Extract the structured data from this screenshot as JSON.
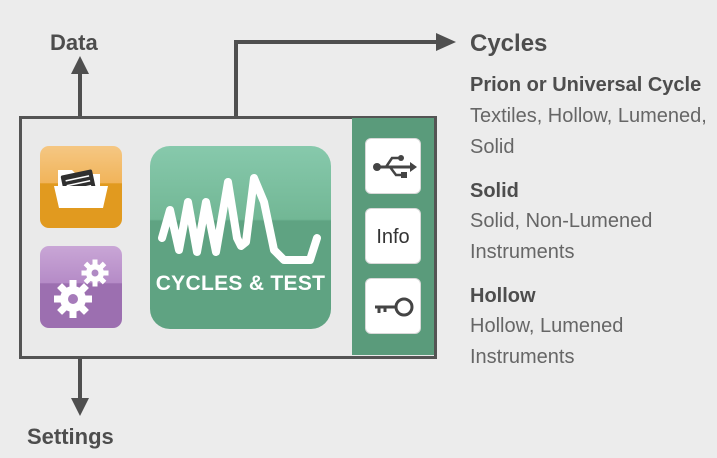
{
  "labels": {
    "data": "Data",
    "settings": "Settings",
    "cycles_title": "Cycles"
  },
  "main_tile": {
    "label": "CYCLES & TEST",
    "icon": "waveform-icon"
  },
  "tiles": {
    "data_icon": "folder-icon",
    "settings_icon": "gears-icon"
  },
  "side_buttons": {
    "usb_icon": "usb-icon",
    "info_label": "Info",
    "key_icon": "key-icon"
  },
  "cycles": [
    {
      "name": "Prion or Universal Cycle",
      "desc": "Textiles, Hollow, Lumened, Solid"
    },
    {
      "name": "Solid",
      "desc": "Solid, Non-Lumened Instruments"
    },
    {
      "name": "Hollow",
      "desc": "Hollow, Lumened Instruments"
    }
  ],
  "colors": {
    "panel_border": "#545454",
    "side_bar": "#5a9b7b",
    "cycles_tile": "#5fa382",
    "folder_tile": "#e19a1f",
    "settings_tile": "#9c6fb0"
  }
}
